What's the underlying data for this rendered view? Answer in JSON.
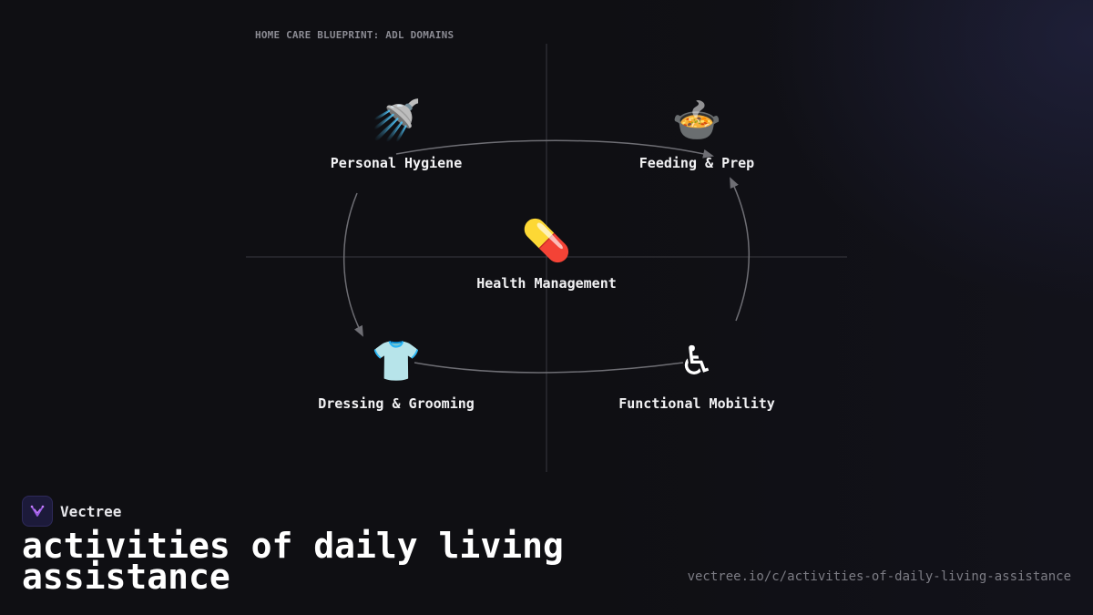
{
  "diagram": {
    "title": "HOME CARE BLUEPRINT: ADL DOMAINS",
    "nodes": [
      {
        "id": "personal-hygiene",
        "label": "Personal Hygiene",
        "icon": "🚿",
        "icon_name": "shower-icon"
      },
      {
        "id": "feeding-prep",
        "label": "Feeding & Prep",
        "icon": "🍲",
        "icon_name": "pot-of-food-icon"
      },
      {
        "id": "health-management",
        "label": "Health Management",
        "icon": "💊",
        "icon_name": "pill-icon"
      },
      {
        "id": "dressing-grooming",
        "label": "Dressing & Grooming",
        "icon": "👕",
        "icon_name": "t-shirt-icon"
      },
      {
        "id": "functional-mobility",
        "label": "Functional Mobility",
        "icon": "♿",
        "icon_name": "wheelchair-icon"
      }
    ],
    "edges": [
      {
        "from": "personal-hygiene",
        "to": "feeding-prep"
      },
      {
        "from": "functional-mobility",
        "to": "feeding-prep"
      },
      {
        "from": "personal-hygiene",
        "to": "dressing-grooming"
      },
      {
        "from": "dressing-grooming",
        "to": "functional-mobility"
      }
    ]
  },
  "brand": {
    "name": "Vectree",
    "logo_icon": "vectree-logo-icon"
  },
  "page": {
    "title": "activities of daily living assistance",
    "url": "vectree.io/c/activities-of-daily-living-assistance"
  },
  "colors": {
    "background": "#0f0f13",
    "connector": "#6e6e74",
    "axis": "#3a3a40",
    "brand_accent": "#9b5de5"
  }
}
